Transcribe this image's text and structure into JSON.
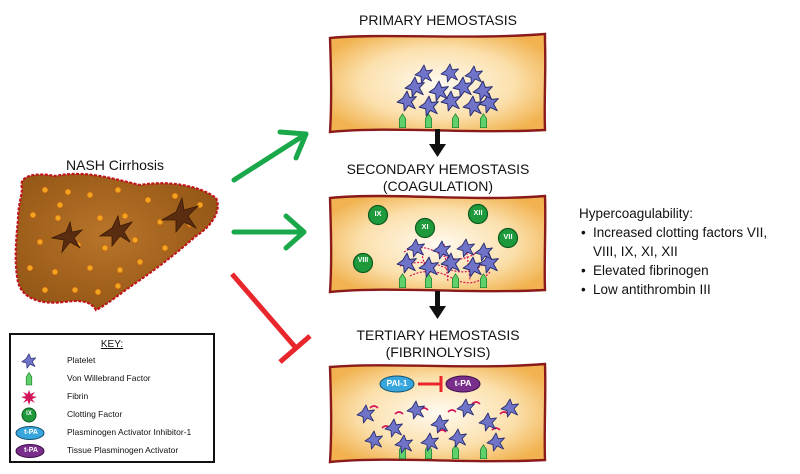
{
  "liver": {
    "label": "NASH Cirrhosis"
  },
  "stages": {
    "primary": {
      "title": "PRIMARY HEMOSTASIS"
    },
    "secondary": {
      "title_line1": "SECONDARY HEMOSTASIS",
      "title_line2": "(COAGULATION)"
    },
    "tertiary": {
      "title_line1": "TERTIARY HEMOSTASIS",
      "title_line2": "(FIBRINOLYSIS)"
    }
  },
  "clotting_factors": [
    "IX",
    "XI",
    "XII",
    "VII",
    "VIII"
  ],
  "fibrinolysis_labels": {
    "inhibitor": "PAI-1",
    "activator": "t-PA"
  },
  "hypercoagulability": {
    "heading": "Hypercoagulability:",
    "bullets": [
      "Increased clotting factors VII,",
      "VIII, IX, XI, XII",
      "Elevated fibrinogen",
      "Low antithrombin III"
    ]
  },
  "key": {
    "title": "KEY:",
    "items": [
      {
        "label": "Platelet",
        "icon": "platelet-icon"
      },
      {
        "label": "Von Willebrand Factor",
        "icon": "vwf-icon"
      },
      {
        "label": "Fibrin",
        "icon": "fibrin-icon"
      },
      {
        "label": "Clotting Factor",
        "icon": "clotting-factor-icon",
        "badge": "IX"
      },
      {
        "label": "Plasminogen Activator Inhibitor-1",
        "icon": "pai1-icon",
        "badge": "t-PA"
      },
      {
        "label": "Tissue Plasminogen Activator",
        "icon": "tpa-icon",
        "badge": "t-PA"
      }
    ]
  },
  "colors": {
    "vessel_fill": "#f6c36e",
    "vessel_border": "#8b1a1a",
    "liver_fill": "#a8641c",
    "liver_border": "#c0141b",
    "arrow_green": "#1aa84a",
    "arrow_red": "#e8262b",
    "platelet": "#6f74c8",
    "vwf": "#5fd06a",
    "clotting_factor": "#1e9a3c",
    "pai1": "#36a6dd",
    "tpa": "#7a2e8c",
    "fibrin": "#d4145a"
  }
}
